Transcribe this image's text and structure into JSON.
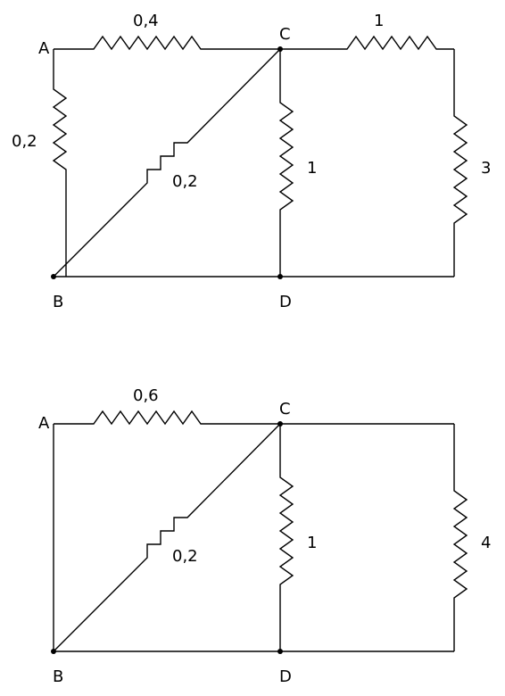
{
  "diagrams": [
    {
      "nodes": {
        "a": "A",
        "b": "B",
        "c": "C",
        "d": "D"
      },
      "resistors": {
        "ac": "0,4",
        "ab": "0,2",
        "bc": "0,2",
        "cd": "1",
        "top_right": "1",
        "right": "3"
      }
    },
    {
      "nodes": {
        "a": "A",
        "b": "B",
        "c": "C",
        "d": "D"
      },
      "resistors": {
        "ac": "0,6",
        "bc": "0,2",
        "cd": "1",
        "right": "4"
      }
    }
  ],
  "colors": {
    "ink": "#000000",
    "background": "#ffffff"
  }
}
